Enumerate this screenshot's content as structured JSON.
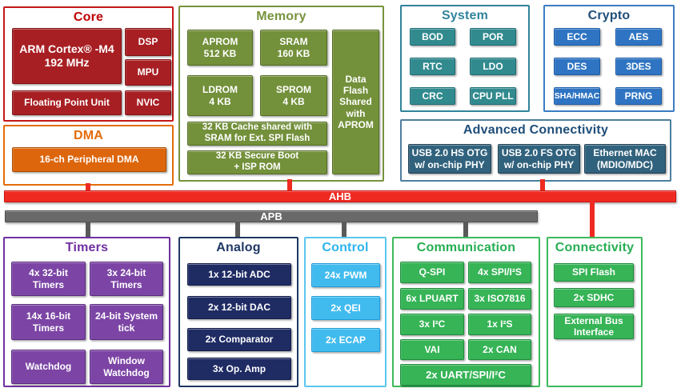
{
  "diagram_title": "ARM Cortex-M4 microcontroller block diagram",
  "colors": {
    "core_accent": "#C00000",
    "dma_accent": "#E36C0A",
    "memory_accent": "#77933C",
    "system_accent": "#31849B",
    "crypto_accent": "#2E74C2",
    "advconn_accent": "#31627D",
    "ahb_red": "#EE2A21",
    "apb_gray": "#696969",
    "timers_accent": "#7C45A5",
    "analog_accent": "#1F2C64",
    "control_accent": "#41BBEE",
    "comm_accent": "#36B456",
    "connectivity_accent": "#36B456"
  },
  "sections": {
    "core": {
      "title": "Core",
      "blocks": {
        "cpu": "ARM Cortex® -M4\n192 MHz",
        "dsp": "DSP",
        "mpu": "MPU",
        "fpu": "Floating Point Unit",
        "nvic": "NVIC"
      }
    },
    "dma": {
      "title": "DMA",
      "blocks": {
        "pdma": "16-ch Peripheral DMA"
      }
    },
    "memory": {
      "title": "Memory",
      "blocks": {
        "aprom": "APROM\n512 KB",
        "sram": "SRAM\n160 KB",
        "ldrom": "LDROM\n4 KB",
        "sprom": "SPROM\n4 KB",
        "cache": "32 KB Cache shared with\nSRAM for Ext. SPI Flash",
        "boot": "32 KB Secure Boot\n+ ISP ROM",
        "dataflash": "Data\nFlash\nShared\nwith\nAPROM"
      }
    },
    "system": {
      "title": "System",
      "blocks": {
        "bod": "BOD",
        "por": "POR",
        "rtc": "RTC",
        "ldo": "LDO",
        "crc": "CRC",
        "cpupll": "CPU PLL"
      }
    },
    "crypto": {
      "title": "Crypto",
      "blocks": {
        "ecc": "ECC",
        "aes": "AES",
        "des": "DES",
        "tdes": "3DES",
        "sha": "SHA/HMAC",
        "prng": "PRNG"
      }
    },
    "advanced_connectivity": {
      "title": "Advanced Connectivity",
      "blocks": {
        "usb_hs": "USB 2.0 HS OTG\nw/ on-chip PHY",
        "usb_fs": "USB 2.0 FS OTG\nw/ on-chip PHY",
        "emac": "Ethernet MAC\n(MDIO/MDC)"
      }
    },
    "buses": {
      "ahb": "AHB",
      "apb": "APB"
    },
    "timers": {
      "title": "Timers",
      "blocks": {
        "t32": "4x 32-bit\nTimers",
        "t24": "3x 24-bit\nTimers",
        "t16": "14x 16-bit\nTimers",
        "systick": "24-bit System\ntick",
        "wdt": "Watchdog",
        "wwdt": "Window\nWatchdog"
      }
    },
    "analog": {
      "title": "Analog",
      "blocks": {
        "adc": "1x 12-bit ADC",
        "dac": "2x 12-bit DAC",
        "comparator": "2x Comparator",
        "opamp": "3x Op. Amp"
      }
    },
    "control": {
      "title": "Control",
      "blocks": {
        "pwm": "24x PWM",
        "qei": "2x QEI",
        "ecap": "2x ECAP"
      }
    },
    "communication": {
      "title": "Communication",
      "blocks": {
        "qspi": "Q-SPI",
        "spi_i2s": "4x SPI/I²S",
        "lpuart": "6x LPUART",
        "iso7816": "3x ISO7816",
        "i2c": "3x I²C",
        "i2s": "1x I²S",
        "vai": "VAI",
        "can": "2x CAN",
        "uart_spi_i2c": "2x UART/SPI/I²C"
      }
    },
    "connectivity": {
      "title": "Connectivity",
      "blocks": {
        "spiflash": "SPI Flash",
        "sdhc": "2x SDHC",
        "ebi": "External Bus\nInterface"
      }
    }
  }
}
